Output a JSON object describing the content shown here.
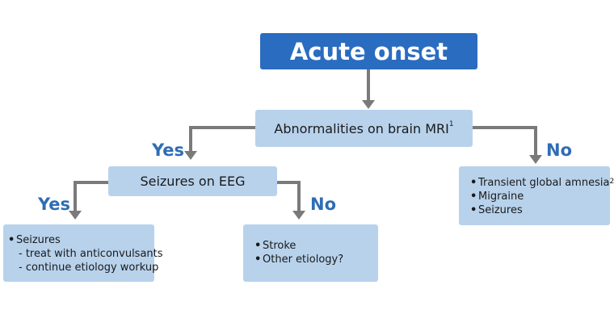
{
  "root": {
    "label": "Acute onset"
  },
  "mri": {
    "label": "Abnormalities on brain MRI",
    "sup": "1"
  },
  "eeg": {
    "label": "Seizures on EEG"
  },
  "branch_labels": {
    "yes_mri": "Yes",
    "no_mri": "No",
    "yes_eeg": "Yes",
    "no_eeg": "No"
  },
  "left_box": {
    "bullet": "Seizures",
    "sub_items": [
      "- treat with anticonvulsants",
      "- continue etiology workup"
    ]
  },
  "middle_box": {
    "items": [
      "Stroke",
      "Other etiology?"
    ]
  },
  "right_box": {
    "items": [
      {
        "text": "Transient global amnesia",
        "sup": "2"
      },
      {
        "text": "Migraine",
        "sup": ""
      },
      {
        "text": "Seizures",
        "sup": ""
      }
    ]
  },
  "colors": {
    "dark_box": "#2a6cc0",
    "light_box": "#b8d2ec",
    "label": "#2f6db5",
    "connector": "#7a7a7a"
  }
}
